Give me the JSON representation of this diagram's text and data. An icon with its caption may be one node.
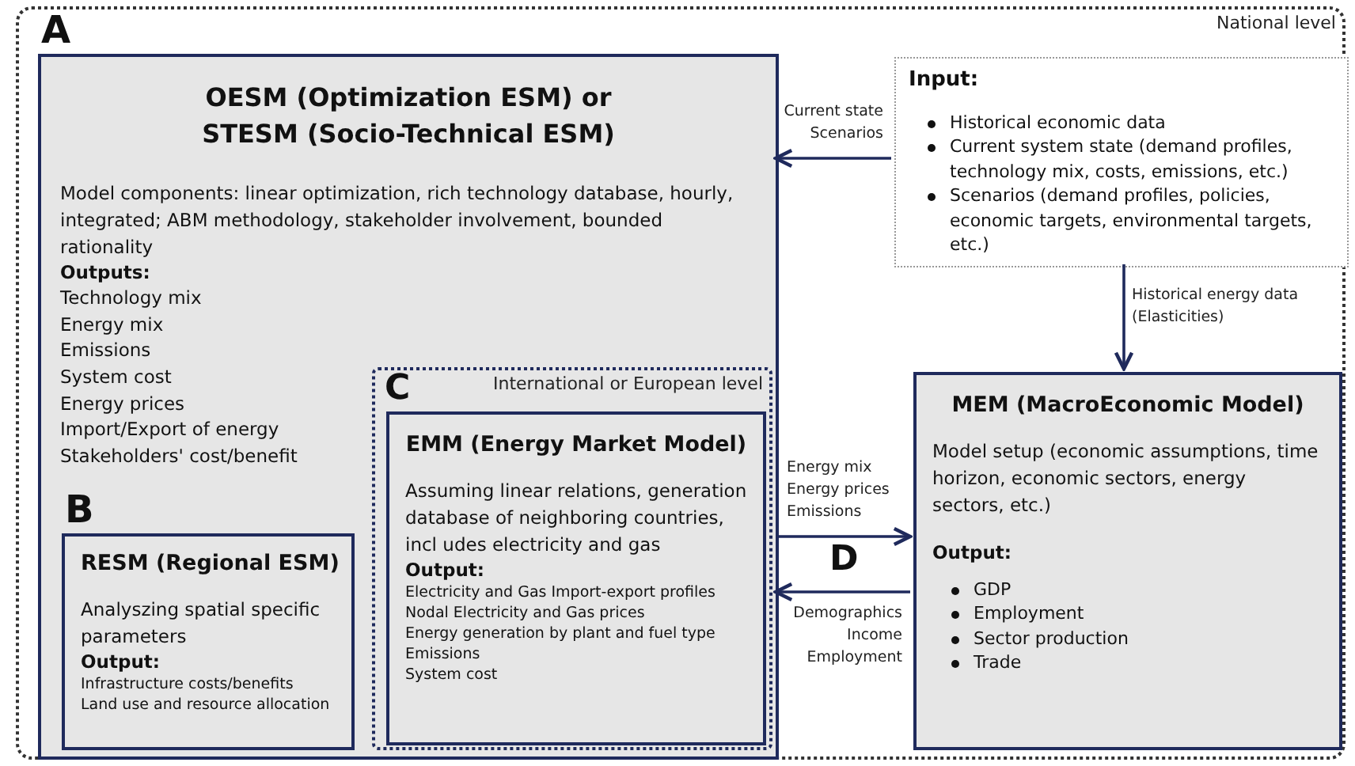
{
  "diagram": {
    "nodes": [
      {
        "text": [
          "National level"
        ]
      },
      {
        "text": [
          "A",
          "OESM (Optimization ESM) or STESM (Socio-Technical ESM)",
          "Model components: linear optimization, rich technology database, hourly, integrated; ABM methodology, stakeholder involvement, bounded rationality",
          "Outputs:",
          "Technology mix",
          "Energy mix",
          "Emissions",
          "System cost",
          "Energy prices",
          "Import/Export of energy",
          "Stakeholders' cost/benefit"
        ],
        "in": 0
      },
      {
        "text": [
          "B",
          "RESM (Regional ESM)",
          "Analyszing spatial specific parameters",
          "Output:",
          "Infrastructure costs/benefits",
          "Land use and resource allocation"
        ],
        "in": 1
      },
      {
        "text": [
          "C",
          "International or European level"
        ],
        "in": 1
      },
      {
        "text": [
          "EMM (Energy Market Model)",
          "Assuming linear relations, generation database of neighboring countries, incl udes electricity and gas",
          "Output:",
          "Electricity and Gas Import-export profiles",
          "Nodal Electricity and Gas prices",
          "Energy generation by plant and fuel type",
          "Emissions",
          "System cost"
        ],
        "in": 3
      },
      {
        "text": [
          "Input:",
          "Historical economic data",
          "Current system state (demand profiles, technology mix, costs, emissions, etc.)",
          "Scenarios (demand profiles, policies, economic targets, environmental targets, etc.)"
        ],
        "in": 0
      },
      {
        "text": [
          "MEM (MacroEconomic Model)",
          "Model setup (economic assumptions, time horizon, economic sectors, energy sectors, etc.)",
          "Output:",
          "GDP",
          "Employment",
          "Sector production",
          "Trade"
        ],
        "in": 0
      }
    ],
    "edges": [
      {
        "from": 5,
        "to": 1,
        "arrow": "to",
        "label": "Current state Scenarios"
      },
      {
        "from": 5,
        "to": 6,
        "arrow": "to",
        "label": "Historical energy data (Elasticities)"
      },
      {
        "from": 1,
        "to": 6,
        "arrow": "to",
        "label": "Energy mix Energy prices Emissions"
      },
      {
        "from": 6,
        "to": 1,
        "arrow": "to",
        "label": "Demographics Income Employment"
      }
    ],
    "labels": [
      "D"
    ]
  }
}
